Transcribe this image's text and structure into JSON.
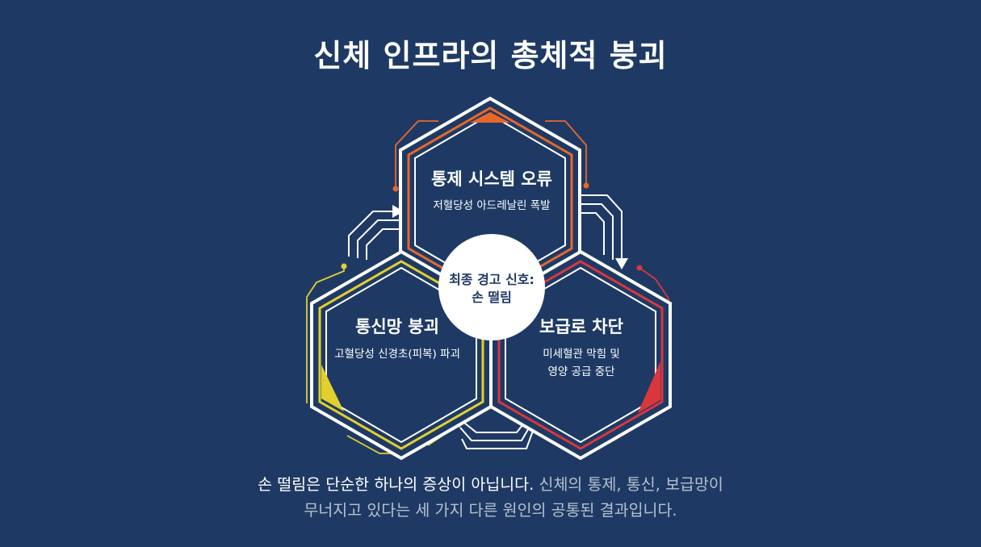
{
  "title": "신체 인프라의 총체적 붕괴",
  "colors": {
    "background": "#1e3a64",
    "control": "#e8682a",
    "communication": "#e2cf2e",
    "supply": "#d9373d"
  },
  "hexagons": {
    "control": {
      "title": "통제 시스템 오류",
      "subtitle": "저혈당성 아드레날린 폭발"
    },
    "communication": {
      "title": "통신망 붕괴",
      "subtitle": "고혈당성 신경초(피복) 파괴"
    },
    "supply": {
      "title": "보급로 차단",
      "subtitle_line1": "미세혈관 막힘 및",
      "subtitle_line2": "영양 공급 중단"
    }
  },
  "center": {
    "line1": "최종 경고 신호:",
    "line2": "손 떨림"
  },
  "caption": {
    "line1_white": "손 떨림은 단순한 하나의 증상이 아닙니다.",
    "line1_gray": " 신체의 통제, 통신, 보급망이",
    "line2_gray": "무너지고 있다는 세 가지 다른 원인의 공통된 결과입니다."
  }
}
